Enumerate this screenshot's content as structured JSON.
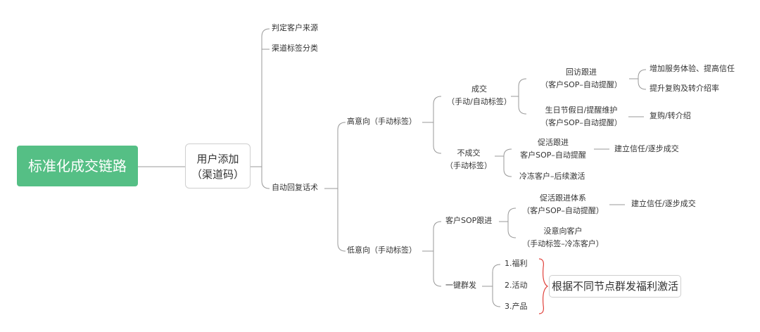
{
  "root": "标准化成交链路",
  "level1": {
    "line1": "用户添加",
    "line2": "（渠道码）"
  },
  "level2": {
    "source": "判定客户来源",
    "channel": "渠道标签分类",
    "auto_reply": "自动回复话术"
  },
  "high_intent": {
    "label": "高意向（手动标签）",
    "deal": {
      "line1": "成交",
      "line2": "（手动/自动标签）",
      "followup": {
        "line1": "回访跟进",
        "line2": "（客户SOP–自动提醒）",
        "out1": "增加服务体验、提高信任",
        "out2": "提升复购及转介绍率"
      },
      "holiday": {
        "line1": "生日节假日/提醒维护",
        "line2": "（客户SOP–自动提醒）",
        "out": "复购/转介绍"
      }
    },
    "nodeal": {
      "line1": "不成交",
      "line2": "（手动标签）",
      "promote": {
        "line1": "促活跟进",
        "line2": "客户SOP–自动提醒",
        "out": "建立信任/逐步成交"
      },
      "frozen": "冷冻客户–后续激活"
    }
  },
  "low_intent": {
    "label": "低意向（手动标签）",
    "sop": {
      "label": "客户SOP跟进",
      "system": {
        "line1": "促活跟进体系",
        "line2": "（客户SOP–自动提醒）",
        "out": "建立信任/逐步成交"
      },
      "nointent": {
        "line1": "没意向客户",
        "line2": "（手动标签–冷冻客户）"
      }
    },
    "group": {
      "label": "一键群发",
      "items": [
        "1.福利",
        "2.活动",
        "3.产品"
      ],
      "summary": "根据不同节点群发福利激活"
    }
  },
  "colors": {
    "root_bg": "#55bf85",
    "line": "#999999",
    "brace": "#e0403a"
  }
}
